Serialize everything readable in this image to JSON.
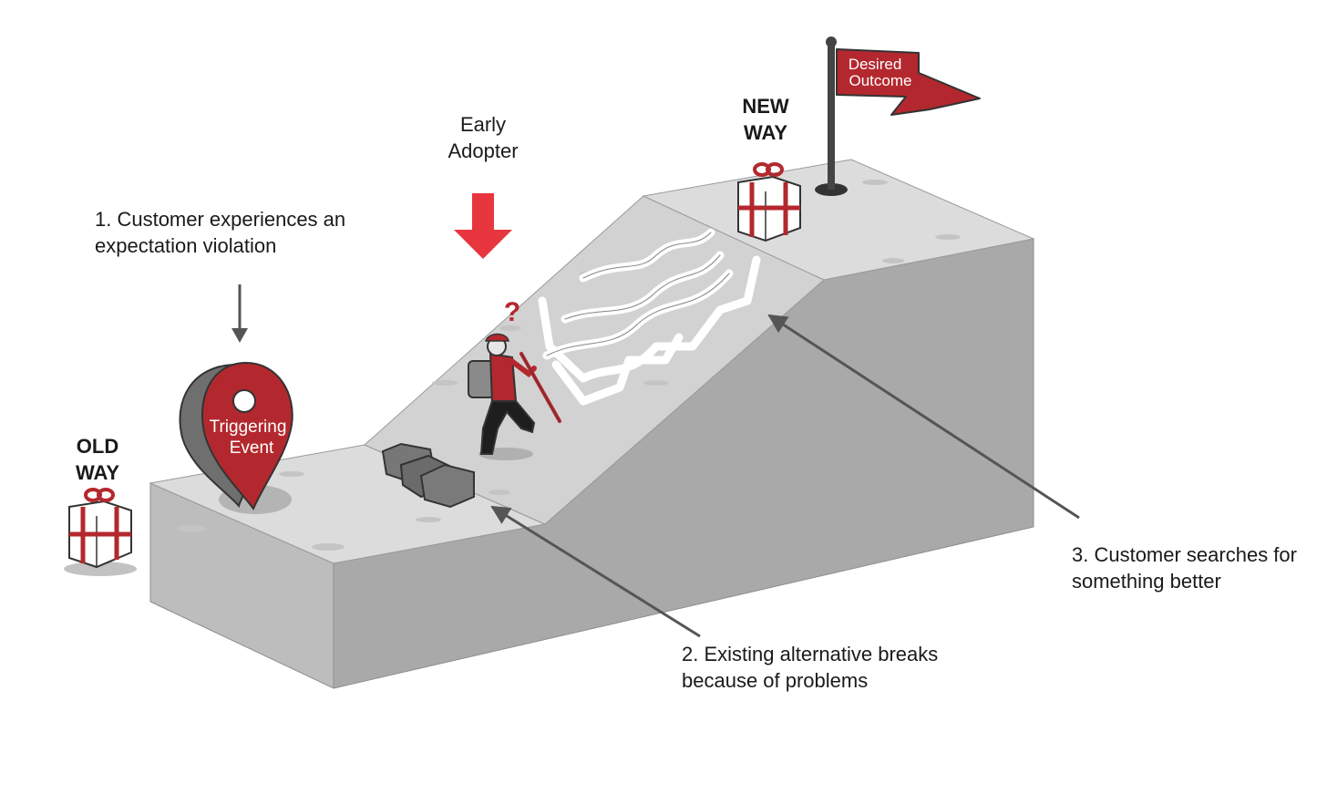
{
  "labels": {
    "step1_line1": "1. Customer experiences an",
    "step1_line2": "expectation violation",
    "early_line1": "Early",
    "early_line2": "Adopter",
    "new_way_line1": "NEW",
    "new_way_line2": "WAY",
    "old_way_line1": "OLD",
    "old_way_line2": "WAY",
    "pin_line1": "Triggering",
    "pin_line2": "Event",
    "flag_line1": "Desired",
    "flag_line2": "Outcome",
    "step2_line1": "2. Existing alternative breaks",
    "step2_line2": "because of problems",
    "step3_line1": "3. Customer searches for",
    "step3_line2": "something better"
  },
  "colors": {
    "accent_red": "#b3282e",
    "arrow_red": "#e8363e",
    "slab_top": "#d9d9d9",
    "slab_front": "#b1b1b1",
    "slab_side": "#a7a7a7",
    "pointer_gray": "#555555"
  },
  "icons": {
    "pin": "map-pin-icon",
    "flag": "flag-icon",
    "gift": "gift-box-icon",
    "rocks": "rocks-icon",
    "hiker": "hiker-icon",
    "question": "question-mark-icon"
  }
}
